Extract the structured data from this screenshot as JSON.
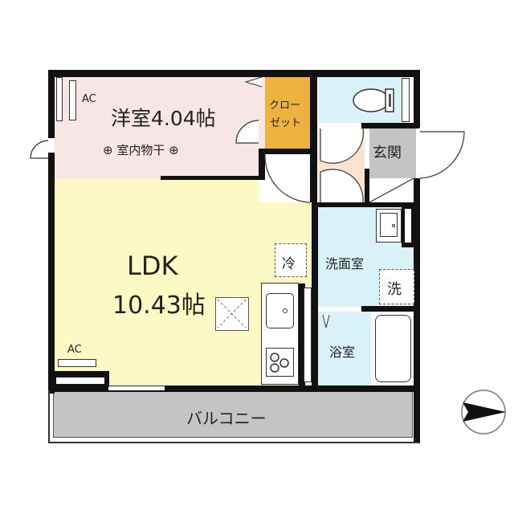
{
  "floorplan": {
    "rooms": {
      "western": {
        "name": "洋室",
        "size": "4.04帖",
        "full_label": "洋室4.04帖",
        "note": "⊕ 室内物干 ⊕",
        "ac": "AC"
      },
      "closet": {
        "label_line1": "クロー",
        "label_line2": "ゼット"
      },
      "ldk": {
        "name": "LDK",
        "size": "10.43帖",
        "ac": "AC"
      },
      "toilet": {
        "name": ""
      },
      "genkan": {
        "name": "玄関"
      },
      "washroom": {
        "name": "洗面室",
        "washer": "洗"
      },
      "bathroom": {
        "name": "浴室"
      },
      "balcony": {
        "name": "バルコニー"
      }
    },
    "fixtures": {
      "fridge": "冷"
    },
    "compass": {
      "direction": "east"
    },
    "colors": {
      "western": "#f8e6e6",
      "ldk": "#fdf9c4",
      "closet": "#eeb23e",
      "wet": "#d9f2fa",
      "hall": "#fbe3cf",
      "genkan": "#c4c4c4",
      "balcony": "#c4c4c4",
      "wall": "#111111"
    }
  }
}
